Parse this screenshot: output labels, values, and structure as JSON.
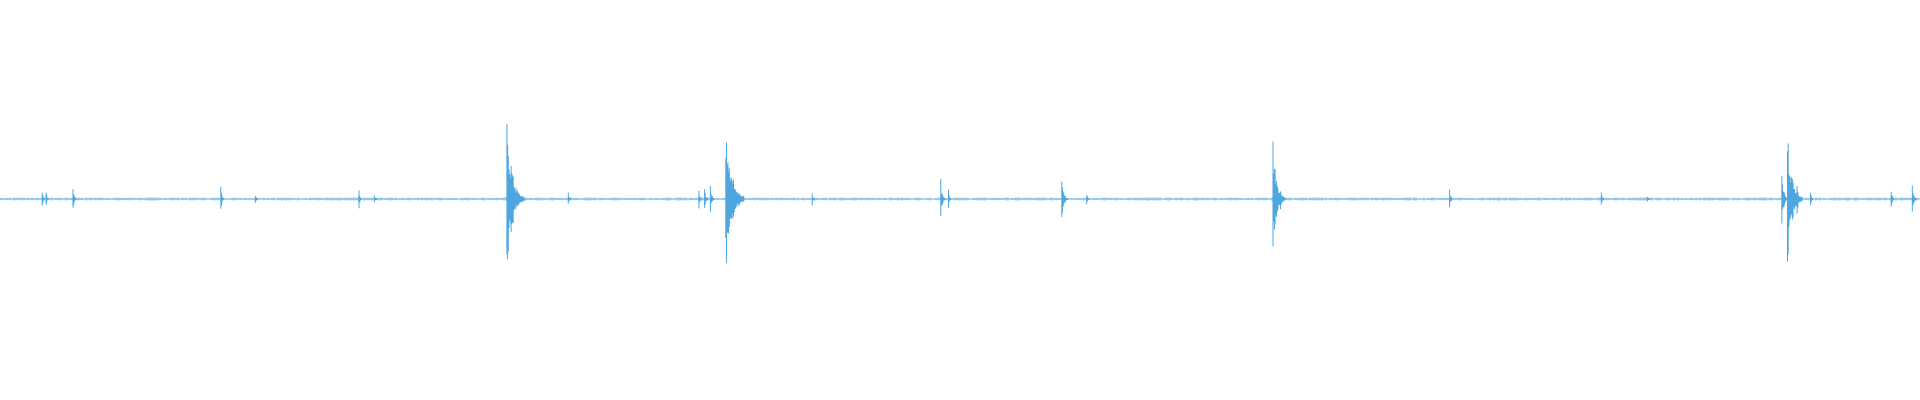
{
  "waveform": {
    "color": "#4da6e0",
    "baseline_color": "#58afe6",
    "peaks": [
      {
        "t": 0.022,
        "amp": 0.05
      },
      {
        "t": 0.024,
        "amp": 0.06
      },
      {
        "t": 0.038,
        "amp": 0.07
      },
      {
        "t": 0.115,
        "amp": 0.07
      },
      {
        "t": 0.133,
        "amp": 0.03
      },
      {
        "t": 0.187,
        "amp": 0.06
      },
      {
        "t": 0.195,
        "amp": 0.02
      },
      {
        "t": 0.264,
        "amp": 0.37
      },
      {
        "t": 0.266,
        "amp": 0.12
      },
      {
        "t": 0.296,
        "amp": 0.03
      },
      {
        "t": 0.364,
        "amp": 0.06
      },
      {
        "t": 0.367,
        "amp": 0.07
      },
      {
        "t": 0.37,
        "amp": 0.08
      },
      {
        "t": 0.378,
        "amp": 0.39
      },
      {
        "t": 0.381,
        "amp": 0.12
      },
      {
        "t": 0.423,
        "amp": 0.04
      },
      {
        "t": 0.49,
        "amp": 0.1
      },
      {
        "t": 0.494,
        "amp": 0.05
      },
      {
        "t": 0.553,
        "amp": 0.13
      },
      {
        "t": 0.566,
        "amp": 0.04
      },
      {
        "t": 0.663,
        "amp": 0.26
      },
      {
        "t": 0.667,
        "amp": 0.06
      },
      {
        "t": 0.755,
        "amp": 0.06
      },
      {
        "t": 0.834,
        "amp": 0.04
      },
      {
        "t": 0.858,
        "amp": 0.02
      },
      {
        "t": 0.928,
        "amp": 0.13
      },
      {
        "t": 0.931,
        "amp": 0.31
      },
      {
        "t": 0.936,
        "amp": 0.08
      },
      {
        "t": 0.943,
        "amp": 0.04
      },
      {
        "t": 0.985,
        "amp": 0.07
      },
      {
        "t": 0.996,
        "amp": 0.08
      }
    ]
  }
}
